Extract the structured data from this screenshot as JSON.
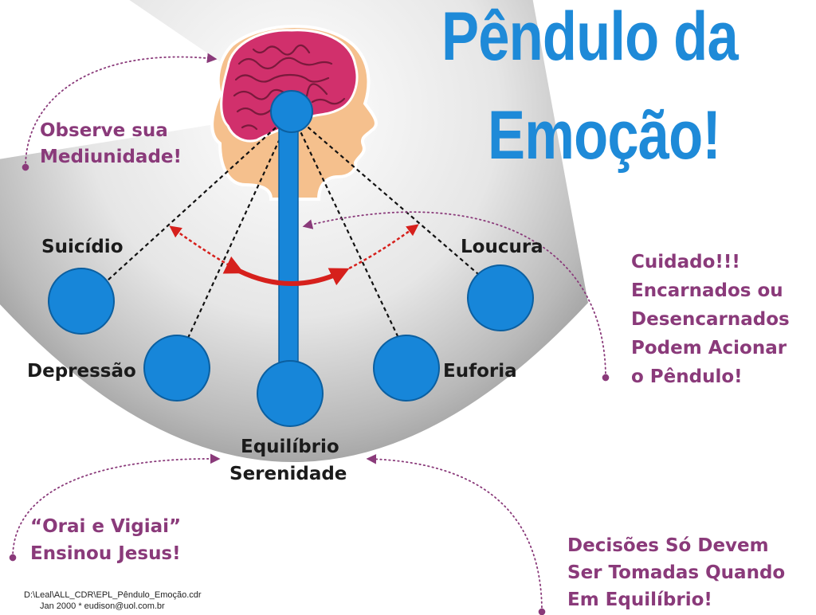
{
  "title": {
    "line1": "Pêndulo da",
    "line2": "Emoção!"
  },
  "states": {
    "suicidio": "Suicídio",
    "loucura": "Loucura",
    "depressao": "Depressão",
    "euforia": "Euforia",
    "equilibrio": "Equilíbrio",
    "serenidade": "Serenidade"
  },
  "notes": {
    "mediunidade": [
      "Observe sua",
      "Mediunidade!"
    ],
    "cuidado": [
      "Cuidado!!!",
      "Encarnados ou",
      "Desencarnados",
      "Podem Acionar",
      "o Pêndulo!"
    ],
    "orai": [
      "“Orai e Vigiai”",
      "Ensinou Jesus!"
    ],
    "decisoes": [
      "Decisões Só Devem",
      "Ser Tomadas Quando",
      "Em Equilíbrio!"
    ]
  },
  "footer": {
    "path": "D:\\Leal\\ALL_CDR\\EPL_Pêndulo_Emoção.cdr",
    "date_email": "Jan 2000  *   eudison@uol.com.br"
  },
  "colors": {
    "title_blue": "#1e8ad8",
    "ball_blue": "#1786d9",
    "note_purple": "#8a3a7a",
    "arrow_red": "#d6201c",
    "brain_pink": "#d1306c",
    "skin": "#f5c08d"
  },
  "icons": {
    "head": "human-head-with-brain-icon"
  }
}
